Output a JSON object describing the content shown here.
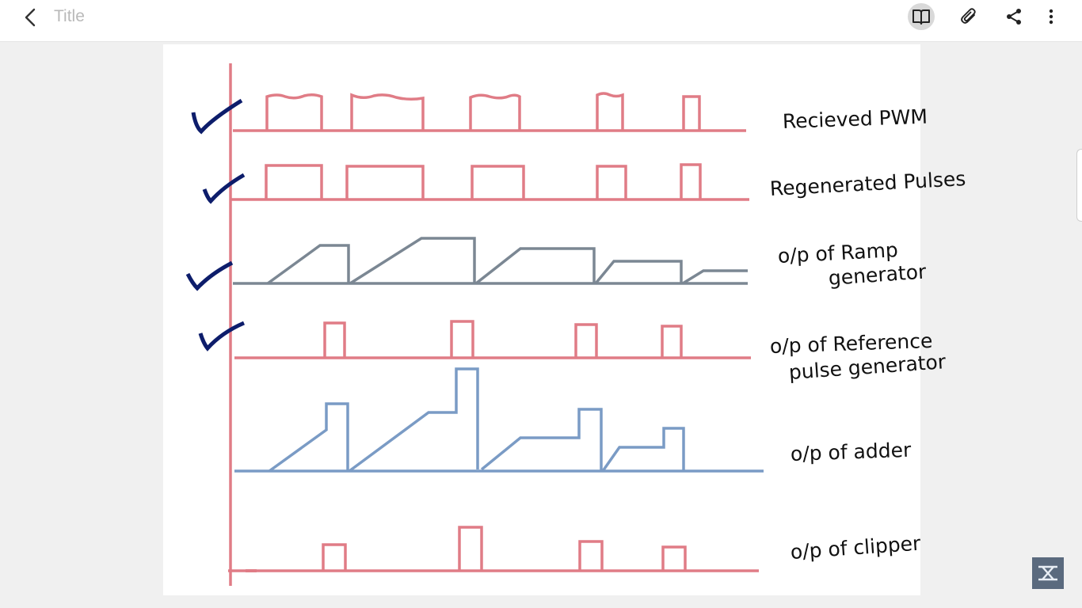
{
  "header": {
    "title": "Title",
    "icons": [
      "back-icon",
      "book-icon",
      "paperclip-icon",
      "share-icon",
      "more-vertical-icon"
    ]
  },
  "colors": {
    "pulse": "#e07c86",
    "ramp": "#7b8793",
    "adder": "#7a9bc5",
    "tick": "#0d1d6b",
    "ink": "#111111"
  },
  "diagram": {
    "signals": [
      {
        "id": "received-pwm",
        "label_lines": [
          "Recieved PWM"
        ]
      },
      {
        "id": "regenerated-pulses",
        "label_lines": [
          "Regenerated Pulses"
        ]
      },
      {
        "id": "ramp-output",
        "label_lines": [
          "o/p of Ramp",
          "generator"
        ]
      },
      {
        "id": "reference-pulse-output",
        "label_lines": [
          "o/p of Reference",
          "pulse generator"
        ]
      },
      {
        "id": "adder-output",
        "label_lines": [
          "o/p of adder"
        ]
      },
      {
        "id": "clipper-output",
        "label_lines": [
          "o/p of clipper"
        ]
      }
    ],
    "checked_rows": 4
  }
}
